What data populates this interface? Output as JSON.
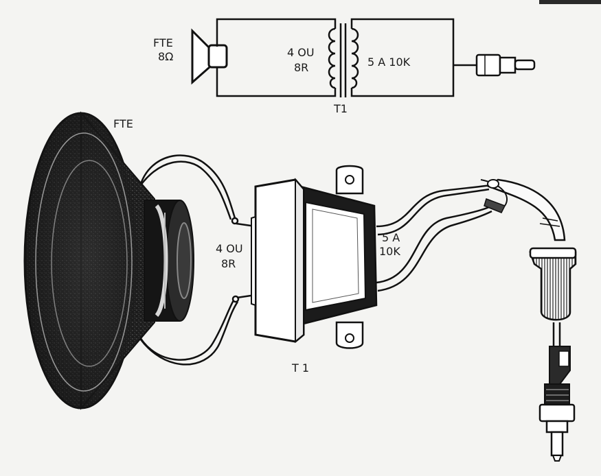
{
  "schematic": {
    "speaker_label_top": "FTE",
    "speaker_label_bottom": "8Ω",
    "primary_label_top": "4 OU",
    "primary_label_bottom": "8R",
    "secondary_label": "5 A 10K",
    "transformer_label": "T1"
  },
  "pictorial": {
    "speaker_label": "FTE",
    "primary_label_top": "4 OU",
    "primary_label_bottom": "8R",
    "secondary_label_top": "5 A",
    "secondary_label_bottom": "10K",
    "transformer_label": "T 1"
  }
}
